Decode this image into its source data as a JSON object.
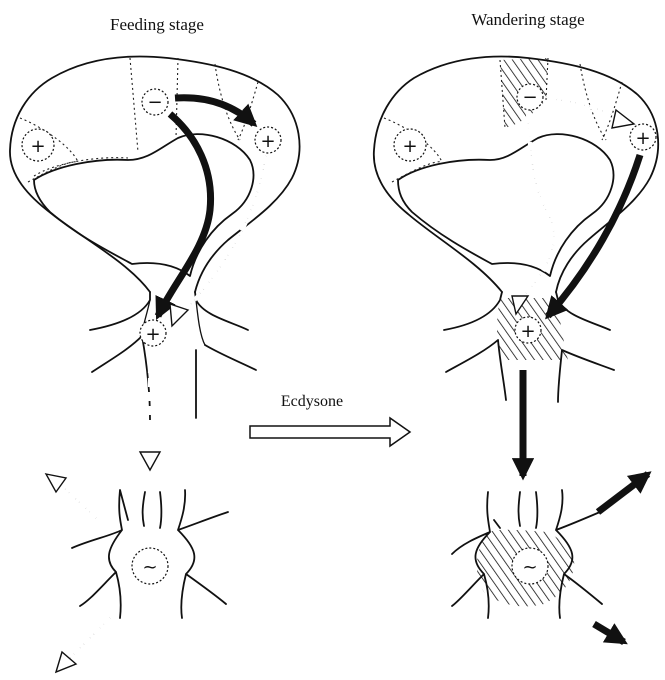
{
  "labels": {
    "left_stage": "Feeding stage",
    "right_stage": "Wandering stage",
    "transition": "Ecdysone"
  },
  "symbols": {
    "plus": "+",
    "minus": "−",
    "tilde": "~"
  },
  "colors": {
    "ink": "#111111",
    "background": "#ffffff"
  }
}
